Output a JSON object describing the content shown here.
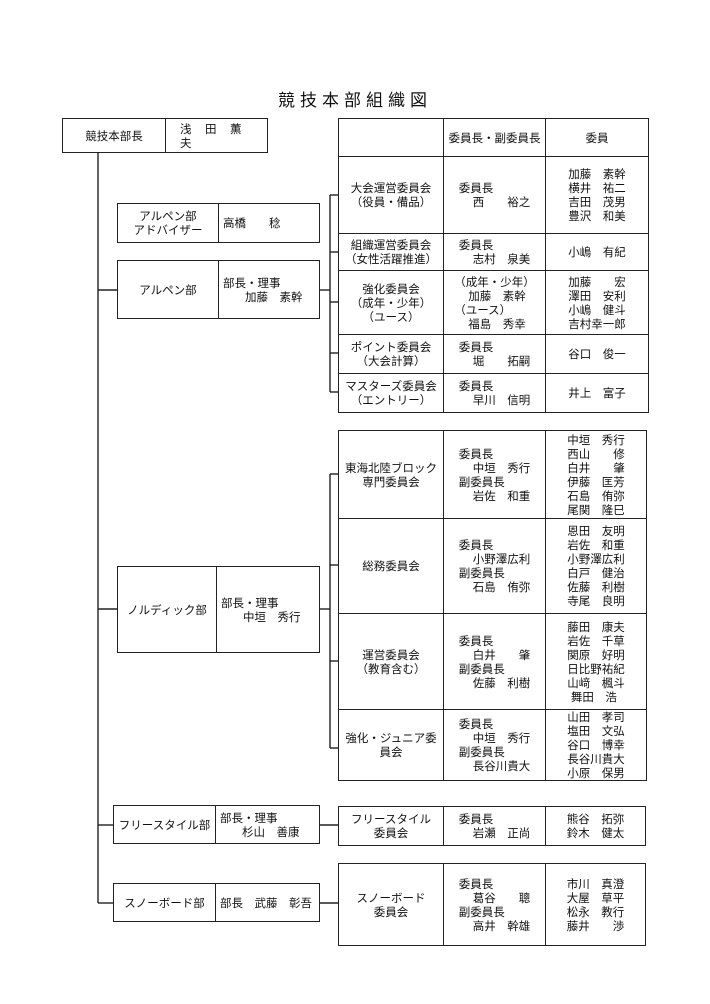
{
  "title": "競技本部組織図",
  "head": {
    "role": "競技本部長",
    "name": "浅　田　薫　夫"
  },
  "header_row": {
    "col1": "",
    "col2": "委員長・副委員長",
    "col3": "委員"
  },
  "departments": {
    "adviser": {
      "label": [
        "アルペン部",
        "アドバイザー"
      ],
      "person": [
        "高橋　　稔"
      ]
    },
    "alpine": {
      "label": [
        "アルペン部"
      ],
      "person": [
        "部長・理事",
        "加藤　素幹"
      ]
    },
    "nordic": {
      "label": [
        "ノルディック部"
      ],
      "person": [
        "部長・理事",
        "中垣　秀行"
      ]
    },
    "freestyle": {
      "label": [
        "フリースタイル部"
      ],
      "person": [
        "部長・理事",
        "杉山　善康"
      ]
    },
    "snowboard": {
      "label": [
        "スノーボード部"
      ],
      "person": [
        "部長　武藤　彰吾"
      ]
    }
  },
  "alpine_committees": [
    {
      "name": [
        "大会運営委員会",
        "（役員・備品）"
      ],
      "chair": [
        {
          "t": "委員長"
        },
        {
          "t": "西　　裕之",
          "sub": true
        }
      ],
      "members": [
        "加藤　素幹",
        "横井　祐二",
        "吉田　茂男",
        "豊沢　和美"
      ]
    },
    {
      "name": [
        "組織運営委員会",
        "（女性活躍推進）"
      ],
      "chair": [
        {
          "t": "委員長"
        },
        {
          "t": "志村　泉美",
          "sub": true
        }
      ],
      "members": [
        "小嶋　有紀"
      ]
    },
    {
      "name": [
        "強化委員会",
        "（成年・少年）",
        "（ユース）"
      ],
      "chair": [
        {
          "t": "（成年・少年）"
        },
        {
          "t": "加藤　素幹",
          "sub": true
        },
        {
          "t": "（ユース）"
        },
        {
          "t": "福島　秀幸",
          "sub": true
        }
      ],
      "members": [
        "加藤　　宏",
        "澤田　安利",
        "小嶋　健斗",
        "吉村幸一郎"
      ]
    },
    {
      "name": [
        "ポイント委員会",
        "（大会計算）"
      ],
      "chair": [
        {
          "t": "委員長"
        },
        {
          "t": "堀　　拓嗣",
          "sub": true
        }
      ],
      "members": [
        "谷口　俊一"
      ]
    },
    {
      "name": [
        "マスターズ委員会",
        "（エントリー）"
      ],
      "chair": [
        {
          "t": "委員長"
        },
        {
          "t": "早川　信明",
          "sub": true
        }
      ],
      "members": [
        "井上　富子"
      ]
    }
  ],
  "nordic_committees": [
    {
      "name": [
        "東海北陸ブロック",
        "専門委員会"
      ],
      "chair": [
        {
          "t": "委員長"
        },
        {
          "t": "中垣　秀行",
          "sub": true
        },
        {
          "t": "副委員長"
        },
        {
          "t": "岩佐　和重",
          "sub": true
        }
      ],
      "members": [
        "中垣　秀行",
        "西山　　修",
        "白井　　肇",
        "伊藤　匡芳",
        "石島　侑弥",
        "尾関　隆巳"
      ]
    },
    {
      "name": [
        "総務委員会"
      ],
      "chair": [
        {
          "t": "委員長"
        },
        {
          "t": "小野澤広利",
          "sub": true
        },
        {
          "t": "副委員長"
        },
        {
          "t": "石島　侑弥",
          "sub": true
        }
      ],
      "members": [
        "恩田　友明",
        "岩佐　和重",
        "小野澤広利",
        "白戸　健治",
        "佐藤　利樹",
        "寺尾　良明"
      ]
    },
    {
      "name": [
        "運営委員会",
        "（教育含む）"
      ],
      "chair": [
        {
          "t": "委員長"
        },
        {
          "t": "白井　　肇",
          "sub": true
        },
        {
          "t": "副委員長"
        },
        {
          "t": "佐藤　利樹",
          "sub": true
        }
      ],
      "members": [
        "藤田　康夫",
        "岩佐　千草",
        "関原　好明",
        "日比野祐紀",
        "山﨑　楓斗",
        " 舞田　浩"
      ]
    },
    {
      "name": [
        "強化・ジュニア委",
        "員会"
      ],
      "chair": [
        {
          "t": "委員長"
        },
        {
          "t": "中垣　秀行",
          "sub": true
        },
        {
          "t": "副委員長"
        },
        {
          "t": "長谷川貴大",
          "sub": true
        }
      ],
      "members": [
        "山田　孝司",
        "塩田　文弘",
        "谷口　博幸",
        "長谷川貴大",
        "小原　保男"
      ]
    }
  ],
  "freestyle_committees": [
    {
      "name": [
        "フリースタイル",
        "委員会"
      ],
      "chair": [
        {
          "t": "委員長"
        },
        {
          "t": "岩瀬　正尚",
          "sub": true
        }
      ],
      "members": [
        "熊谷　拓弥",
        "鈴木　健太"
      ]
    }
  ],
  "snowboard_committees": [
    {
      "name": [
        "スノーボード",
        "委員会"
      ],
      "chair": [
        {
          "t": "委員長"
        },
        {
          "t": "葛谷　　聰",
          "sub": true
        },
        {
          "t": "副委員長"
        },
        {
          "t": "高井　幹雄",
          "sub": true
        }
      ],
      "members": [
        "市川　真澄",
        "大屋　草平",
        "松永　教行",
        "藤井　　渉"
      ]
    }
  ]
}
